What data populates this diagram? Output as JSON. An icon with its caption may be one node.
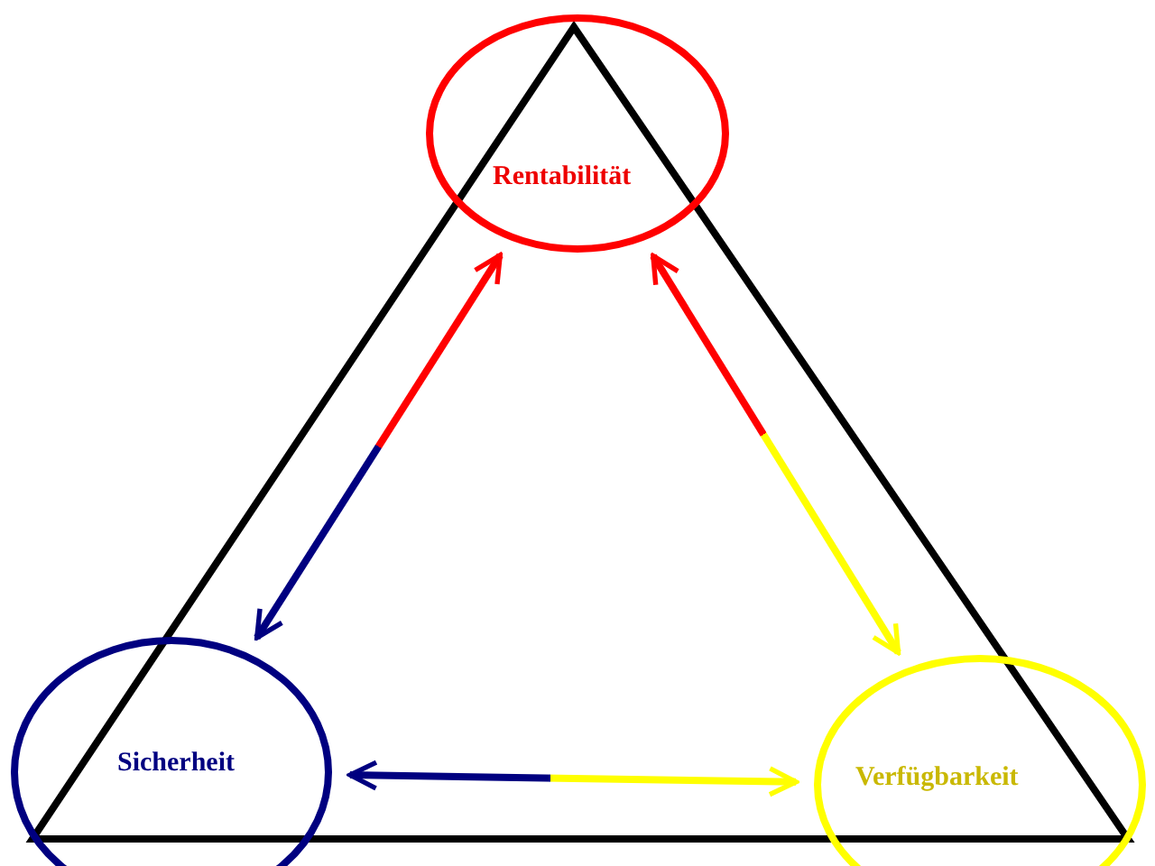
{
  "diagram": {
    "nodes": [
      {
        "text": [
          "Rentabilität"
        ]
      },
      {
        "text": [
          "Sicherheit"
        ]
      },
      {
        "text": [
          "Verfügbarkeit"
        ]
      }
    ],
    "edges": [
      {
        "from": 0,
        "to": 1,
        "arrow": "both"
      },
      {
        "from": 0,
        "to": 2,
        "arrow": "both"
      },
      {
        "from": 1,
        "to": 2,
        "arrow": "both"
      }
    ]
  }
}
